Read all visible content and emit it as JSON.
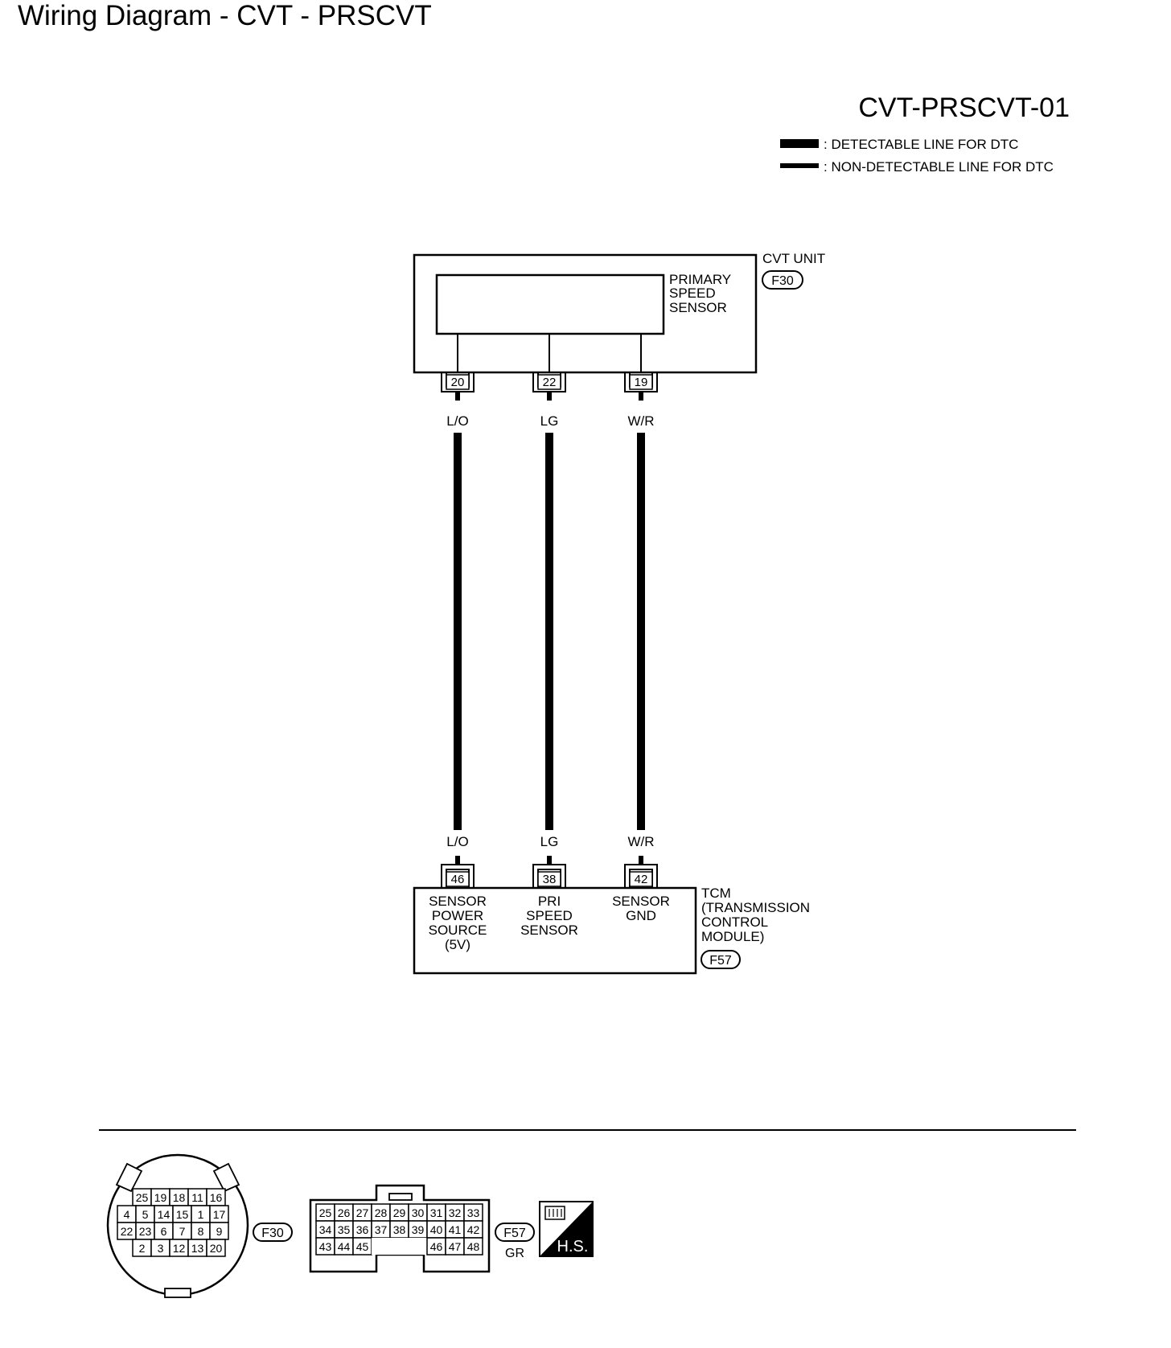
{
  "page": {
    "title": "Wiring Diagram - CVT - PRSCVT",
    "diagram_code": "CVT-PRSCVT-01"
  },
  "legend": {
    "detectable": ": DETECTABLE LINE FOR DTC",
    "non_detectable": ": NON-DETECTABLE LINE FOR DTC"
  },
  "cvt_unit": {
    "name": "CVT UNIT",
    "connector": "F30",
    "sensor_lines": [
      "PRIMARY",
      "SPEED",
      "SENSOR"
    ]
  },
  "wires": [
    {
      "top_pin": "20",
      "top_color": "L/O",
      "bottom_color": "L/O",
      "bottom_pin": "46",
      "function_lines": [
        "SENSOR",
        "POWER",
        "SOURCE",
        "(5V)"
      ]
    },
    {
      "top_pin": "22",
      "top_color": "LG",
      "bottom_color": "LG",
      "bottom_pin": "38",
      "function_lines": [
        "PRI",
        "SPEED",
        "SENSOR"
      ]
    },
    {
      "top_pin": "19",
      "top_color": "W/R",
      "bottom_color": "W/R",
      "bottom_pin": "42",
      "function_lines": [
        "SENSOR",
        "GND"
      ]
    }
  ],
  "tcm": {
    "name_lines": [
      "TCM",
      "(TRANSMISSION",
      "CONTROL",
      "MODULE)"
    ],
    "connector": "F57"
  },
  "connector_views": {
    "f30": {
      "label": "F30",
      "rows": [
        [
          "25",
          "19",
          "18",
          "11",
          "16"
        ],
        [
          "4",
          "5",
          "14",
          "15",
          "1",
          "17"
        ],
        [
          "22",
          "23",
          "6",
          "7",
          "8",
          "9"
        ],
        [
          "2",
          "3",
          "12",
          "13",
          "20"
        ]
      ]
    },
    "f57": {
      "label": "F57",
      "color": "GR",
      "rows": [
        [
          "25",
          "26",
          "27",
          "28",
          "29",
          "30",
          "31",
          "32",
          "33"
        ],
        [
          "34",
          "35",
          "36",
          "37",
          "38",
          "39",
          "40",
          "41",
          "42"
        ],
        [
          "43",
          "44",
          "45",
          "",
          "",
          "",
          "46",
          "47",
          "48"
        ]
      ]
    },
    "hs_badge": "H.S."
  }
}
